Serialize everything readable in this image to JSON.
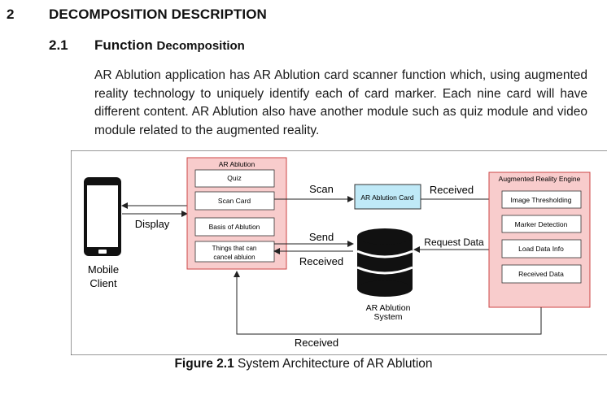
{
  "heading": {
    "number": "2",
    "title": "DECOMPOSITION DESCRIPTION"
  },
  "subheading": {
    "number": "2.1",
    "title_main": "Function",
    "title_rest": "Decomposition"
  },
  "paragraph": "AR Ablution application has AR Ablution card scanner function which, using augmented reality technology to uniquely identify each of card marker. Each nine card will have different content. AR Ablution also have another module such as quiz module and video module related to the augmented reality.",
  "diagram": {
    "mobile_client": "Mobile Client",
    "display_label": "Display",
    "ar_ablution_box": {
      "title": "AR Ablution",
      "items": [
        "Quiz",
        "Scan Card",
        "Basis of Ablution",
        "Things that can cancel abluion"
      ]
    },
    "scan_label": "Scan",
    "send_label": "Send",
    "received_label_mid": "Received",
    "ar_card": "AR Ablution Card",
    "received_label_top": "Received",
    "request_data_label": "Request Data",
    "database": "AR Ablution System",
    "received_label_bottom": "Received",
    "engine": {
      "title": "Augmented Reality Engine",
      "items": [
        "Image Thresholding",
        "Marker Detection",
        "Load Data Info",
        "Received Data"
      ]
    },
    "colors": {
      "pink_box": "#f8cccc",
      "pink_border": "#c44",
      "card_blue": "#bfe9f7"
    }
  },
  "caption": {
    "label": "Figure 2.1",
    "text": "System Architecture of AR Ablution"
  }
}
